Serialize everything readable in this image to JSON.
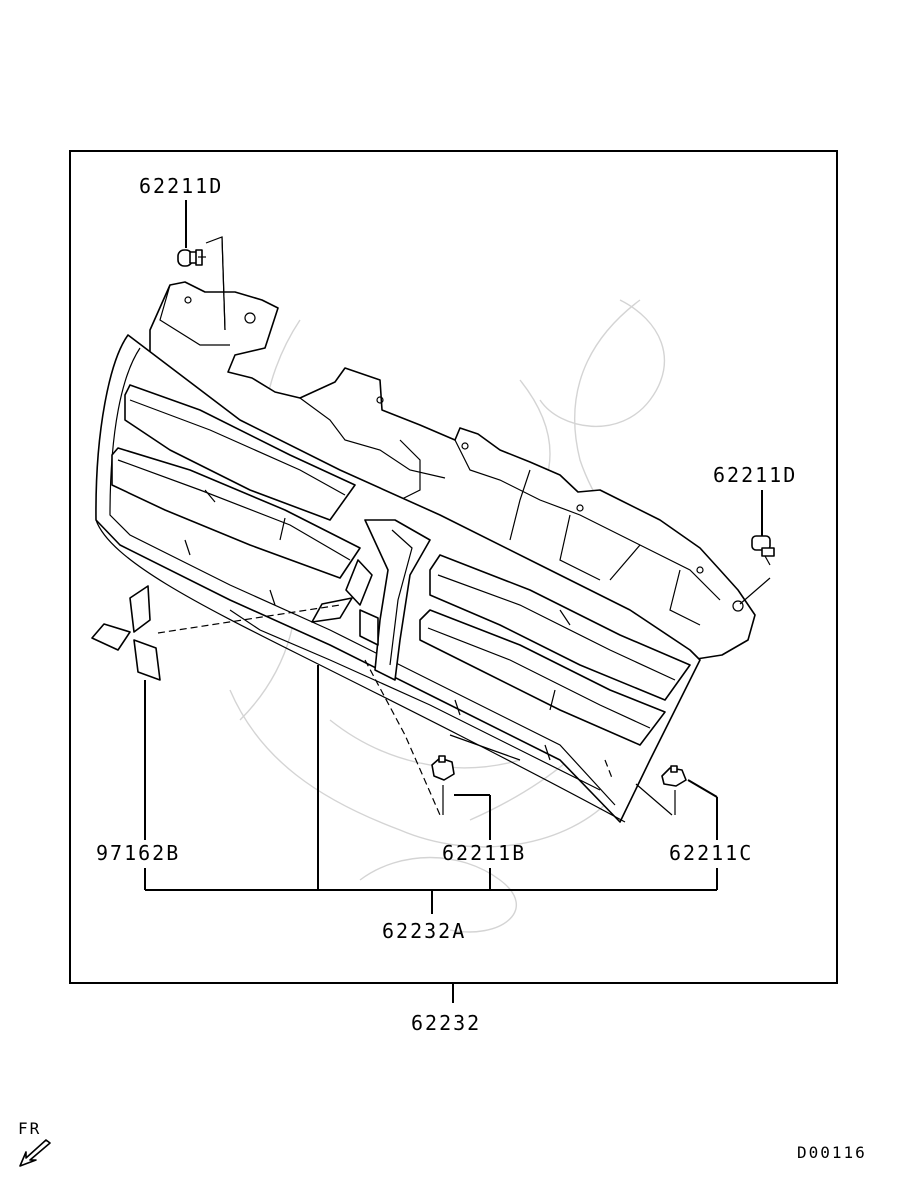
{
  "labels": {
    "clip_top_left": "62211D",
    "clip_right": "62211D",
    "emblem": "97162B",
    "clip_bottom_b": "62211B",
    "clip_bottom_c": "62211C",
    "subassembly": "62232A",
    "assembly": "62232"
  },
  "footer": {
    "direction": "FR",
    "diagram_code": "D00116"
  }
}
